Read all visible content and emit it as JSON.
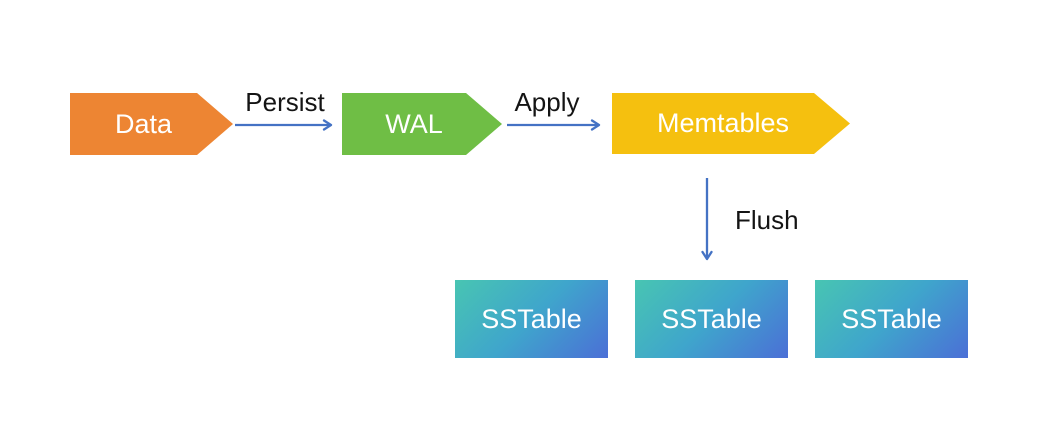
{
  "diagram": {
    "background": "#FFFFFF",
    "nodes": {
      "data": {
        "label": "Data",
        "fill": "#ED8533",
        "text_color": "#FFFFFF",
        "shape": "right-arrow-pentagon"
      },
      "wal": {
        "label": "WAL",
        "fill": "#6FBE45",
        "text_color": "#FFFFFF",
        "shape": "right-arrow-pentagon"
      },
      "memtables": {
        "label": "Memtables",
        "fill": "#F5C00F",
        "text_color": "#FFFFFF",
        "shape": "right-arrow-pentagon"
      },
      "sstables": [
        {
          "label": "SSTable"
        },
        {
          "label": "SSTable"
        },
        {
          "label": "SSTable"
        }
      ],
      "sstable_gradient_from": "#48C5B2",
      "sstable_gradient_to": "#4B6FD6",
      "sstable_text_color": "#FFFFFF"
    },
    "edges": {
      "arrow_color": "#4472C4",
      "label_color": "#141414",
      "persist": {
        "label": "Persist",
        "from": "data",
        "to": "wal",
        "direction": "right"
      },
      "apply": {
        "label": "Apply",
        "from": "wal",
        "to": "memtables",
        "direction": "right"
      },
      "flush": {
        "label": "Flush",
        "from": "memtables",
        "to": "sstables",
        "direction": "down"
      }
    }
  }
}
